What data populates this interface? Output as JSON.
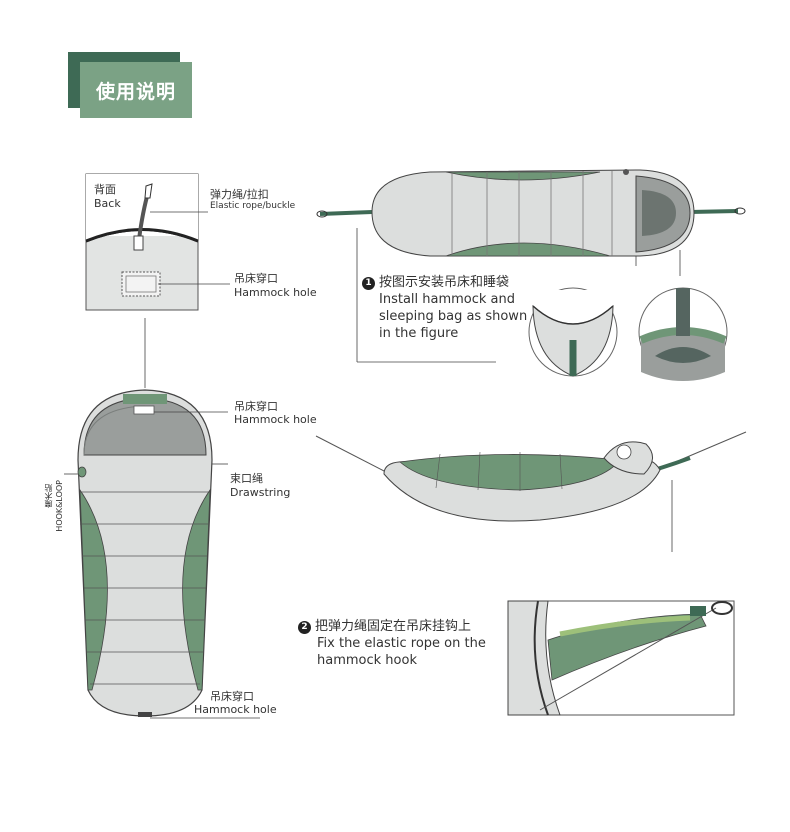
{
  "header": {
    "title": "使用说明"
  },
  "back_detail": {
    "back_cn": "背面",
    "back_en": "Back",
    "elastic_cn": "弹力绳/拉扣",
    "elastic_en": "Elastic rope/buckle",
    "hole_cn": "吊床穿口",
    "hole_en": "Hammock hole"
  },
  "step1": {
    "number": "1",
    "cn": "按图示安装吊床和睡袋",
    "en_line1": "Install hammock and",
    "en_line2": "sleeping bag as shown",
    "en_line3": "in the figure"
  },
  "front_view": {
    "hole_top_cn": "吊床穿口",
    "hole_top_en": "Hammock hole",
    "drawstring_cn": "束口绳",
    "drawstring_en": "Drawstring",
    "hook_cn": "魔术贴",
    "hook_en": "HOOK&LOOP",
    "hole_bottom_cn": "吊床穿口",
    "hole_bottom_en": "Hammock hole"
  },
  "step2": {
    "number": "2",
    "cn": "把弹力绳固定在吊床挂钩上",
    "en_line1": "Fix the elastic rope on the",
    "en_line2": "hammock  hook"
  },
  "colors": {
    "dark_green": "#3e6a55",
    "light_green": "#7ba285",
    "bag_green": "#6f9677",
    "bag_gray": "#dcdedd",
    "hood_gray": "#9a9e9c"
  }
}
